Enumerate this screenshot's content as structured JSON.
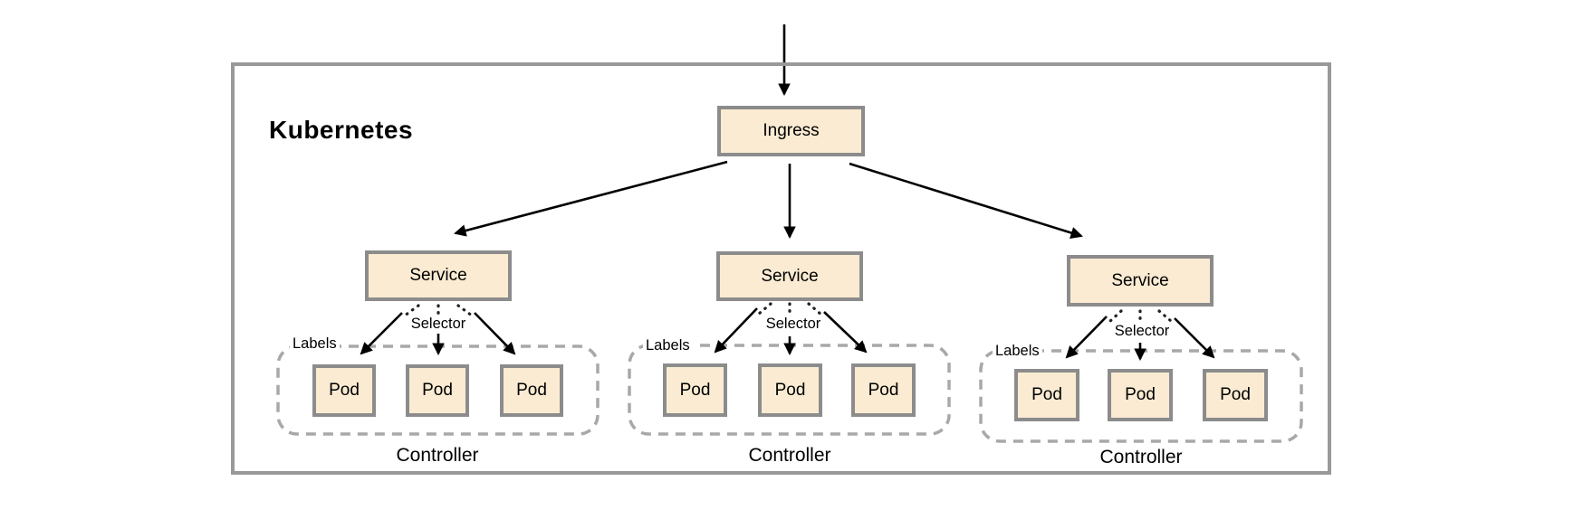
{
  "title": "Kubernetes",
  "ingress": "Ingress",
  "groups": [
    {
      "service": "Service",
      "selector": "Selector",
      "labels": "Labels",
      "controller": "Controller",
      "pods": [
        "Pod",
        "Pod",
        "Pod"
      ]
    },
    {
      "service": "Service",
      "selector": "Selector",
      "labels": "Labels",
      "controller": "Controller",
      "pods": [
        "Pod",
        "Pod",
        "Pod"
      ]
    },
    {
      "service": "Service",
      "selector": "Selector",
      "labels": "Labels",
      "controller": "Controller",
      "pods": [
        "Pod",
        "Pod",
        "Pod"
      ]
    }
  ],
  "colors": {
    "node_fill": "#FAEBD2",
    "node_border": "#8C8C8C",
    "outer_border": "#999999",
    "dashed_border": "#A8A8A8",
    "arrow": "#000000",
    "text": "#000000",
    "background": "#FFFFFF"
  }
}
